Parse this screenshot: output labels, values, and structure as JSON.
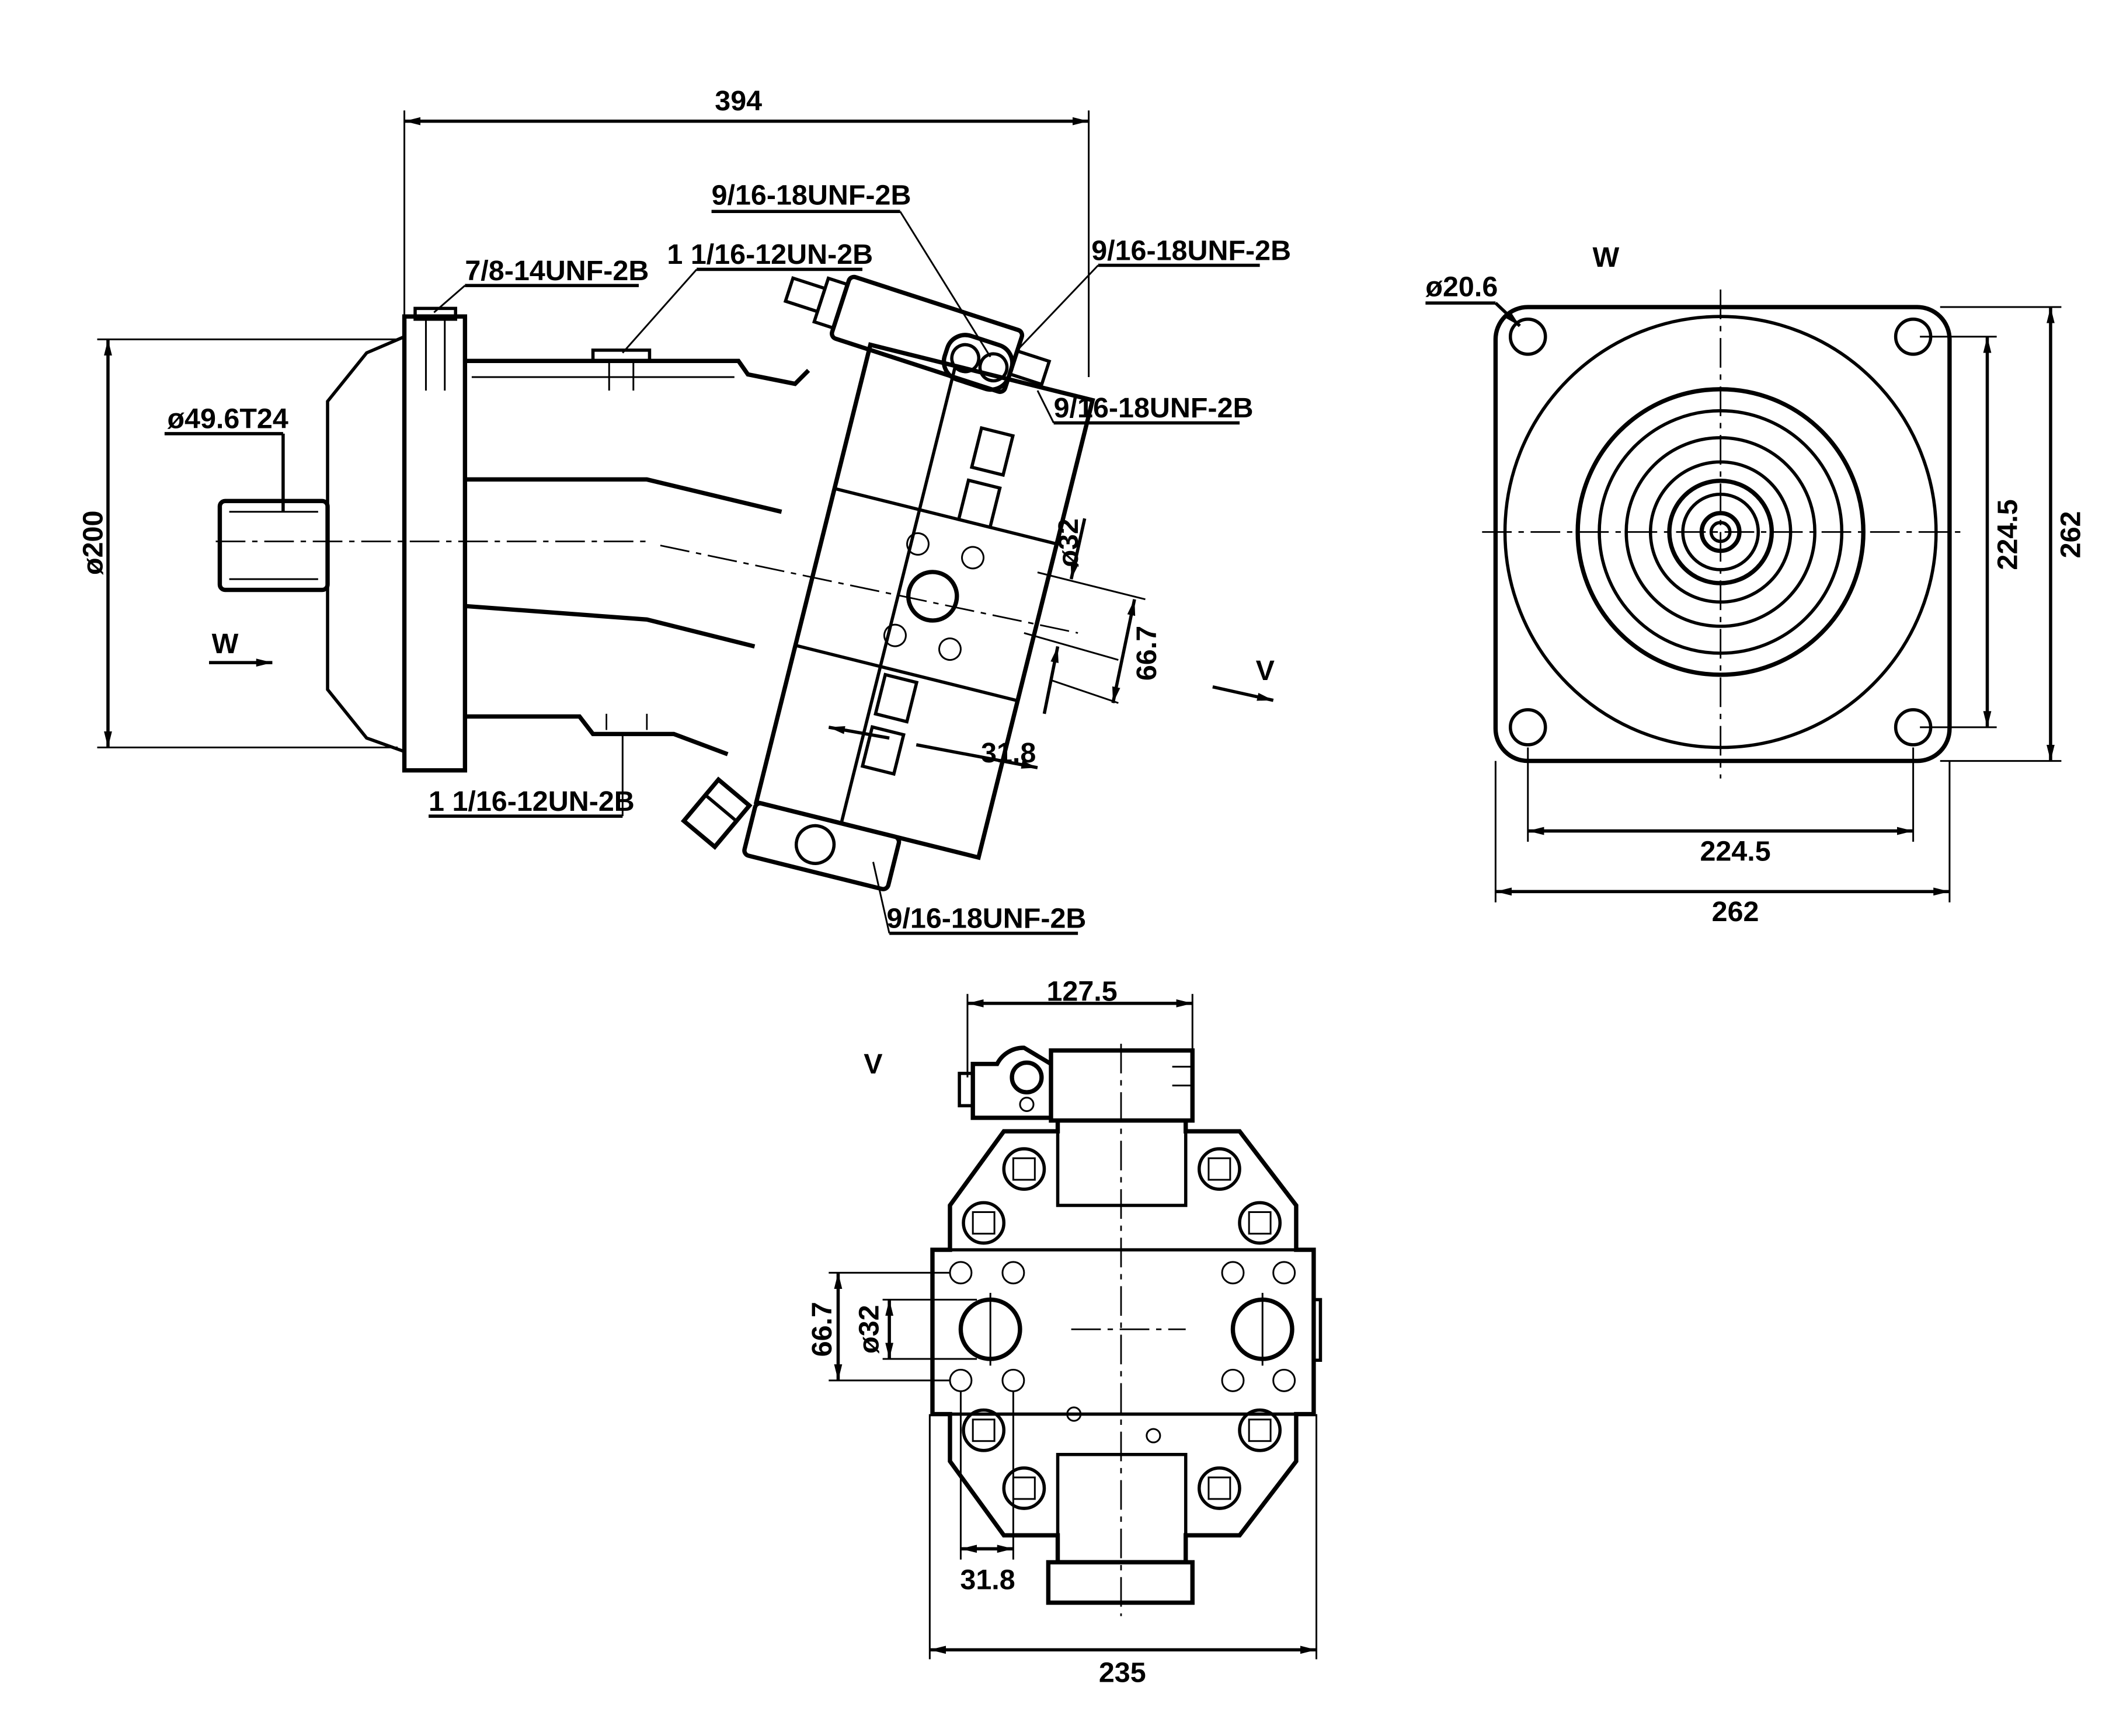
{
  "side_view": {
    "length": "394",
    "flange_diameter": "ø200",
    "shaft_spline": "ø49.6T24",
    "port_top_flange": "7/8-14UNF-2B",
    "port_top_case": "1 1/16-12UN-2B",
    "port_bottom_case": "1 1/16-12UN-2B",
    "port_control_upper": "9/16-18UNF-2B",
    "port_control_right": "9/16-18UNF-2B",
    "port_control_lower": "9/16-18UNF-2B",
    "port_bottom": "9/16-18UNF-2B",
    "port_diameter": "ø32",
    "port_spacing": "66.7",
    "port_offset": "31.8",
    "view_w_label": "W",
    "view_v_label": "V"
  },
  "view_w": {
    "title": "W",
    "hole_diameter": "ø20.6",
    "bolt_spacing_vertical": "224.5",
    "height": "262",
    "bolt_spacing_horizontal": "224.5",
    "width": "262"
  },
  "view_v": {
    "title": "V",
    "valve_width": "127.5",
    "port_spacing": "66.7",
    "port_diameter": "ø32",
    "port_offset": "31.8",
    "width": "235"
  }
}
